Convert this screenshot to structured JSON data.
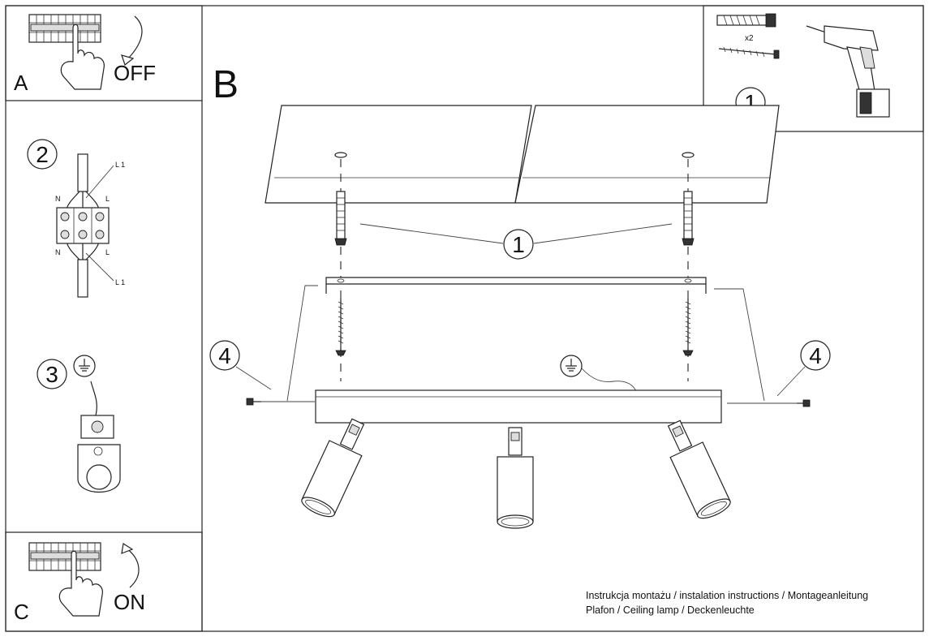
{
  "panel_a": {
    "letter": "A",
    "switch_text": "OFF"
  },
  "panel_c": {
    "letter": "C",
    "switch_text": "ON"
  },
  "panel_b": {
    "letter": "B"
  },
  "steps": {
    "one": "1",
    "two": "2",
    "three": "3",
    "four": "4"
  },
  "wiring": {
    "l1": "L 1",
    "n": "N",
    "l": "L"
  },
  "kit": {
    "quantity": "x2"
  },
  "footer": {
    "line1": "Instrukcja montażu / instalation instructions / Montageanleitung",
    "line2": "Plafon / Ceiling lamp / Deckenleuchte"
  },
  "icons": [
    "breaker-panel-icon",
    "hand-icon",
    "curved-arrow-icon",
    "ground-symbol-icon",
    "drill-icon",
    "wall-plug-icon",
    "screw-icon",
    "connector-block-icon"
  ]
}
